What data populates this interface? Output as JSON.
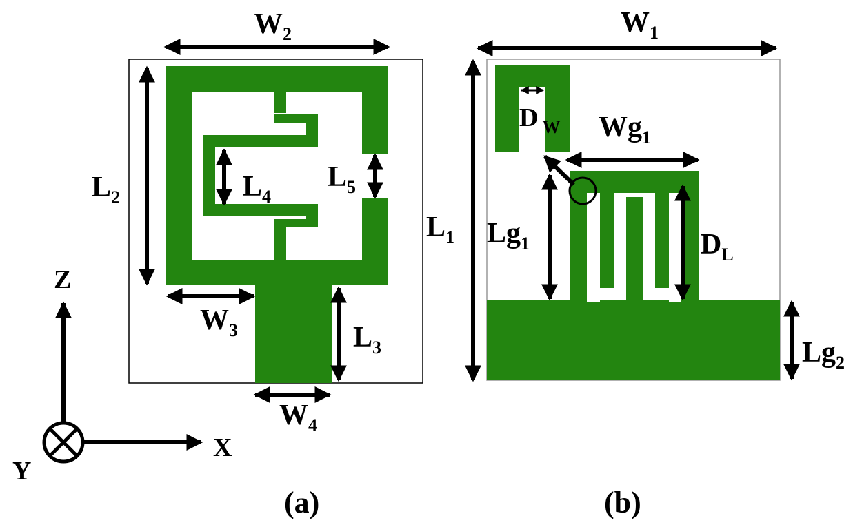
{
  "colors": {
    "copper": "#238510",
    "outline": "#000000",
    "background": "#ffffff"
  },
  "panel_a": {
    "caption": "(a)",
    "labels": {
      "w2": "W",
      "w2_sub": "2",
      "l2": "L",
      "l2_sub": "2",
      "l4": "L",
      "l4_sub": "4",
      "l5": "L",
      "l5_sub": "5",
      "w3": "W",
      "w3_sub": "3",
      "l3": "L",
      "l3_sub": "3",
      "w4": "W",
      "w4_sub": "4"
    }
  },
  "panel_b": {
    "caption": "(b)",
    "labels": {
      "w1": "W",
      "w1_sub": "1",
      "l1": "L",
      "l1_sub": "1",
      "dw": "D",
      "dw_sub": "W",
      "wg1": "Wg",
      "wg1_sub": "1",
      "lg1": "Lg",
      "lg1_sub": "1",
      "dl": "D",
      "dl_sub": "L",
      "lg2": "Lg",
      "lg2_sub": "2"
    }
  },
  "axes": {
    "z": "Z",
    "x": "X",
    "y": "Y"
  }
}
